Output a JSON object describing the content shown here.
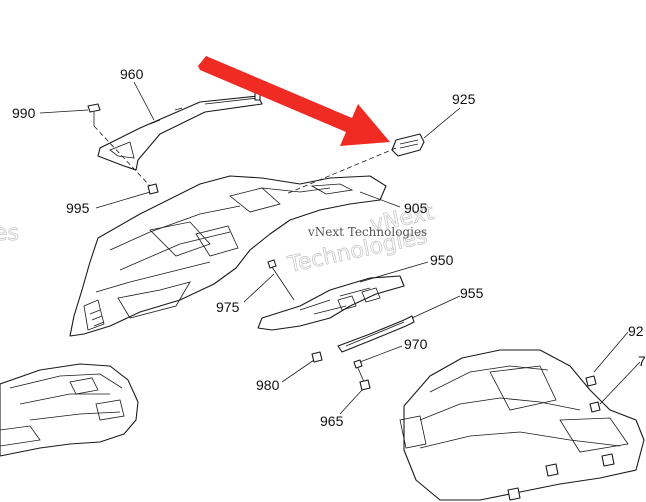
{
  "callouts": [
    {
      "id": "990",
      "label": "990"
    },
    {
      "id": "960",
      "label": "960"
    },
    {
      "id": "995",
      "label": "995"
    },
    {
      "id": "925a",
      "label": "925"
    },
    {
      "id": "905",
      "label": "905"
    },
    {
      "id": "950",
      "label": "950"
    },
    {
      "id": "955",
      "label": "955"
    },
    {
      "id": "975",
      "label": "975"
    },
    {
      "id": "970",
      "label": "970"
    },
    {
      "id": "980",
      "label": "980"
    },
    {
      "id": "965",
      "label": "965"
    },
    {
      "id": "925b",
      "label": "92"
    },
    {
      "id": "edge7",
      "label": "7"
    }
  ],
  "watermark": {
    "text": "vNext Technologies",
    "line1": "vNext",
    "line2": "Technologies",
    "edge": "es"
  },
  "colors": {
    "arrow": "#ef2b24",
    "line": "#1a1a1a",
    "watermark": "#c8c8c8"
  }
}
